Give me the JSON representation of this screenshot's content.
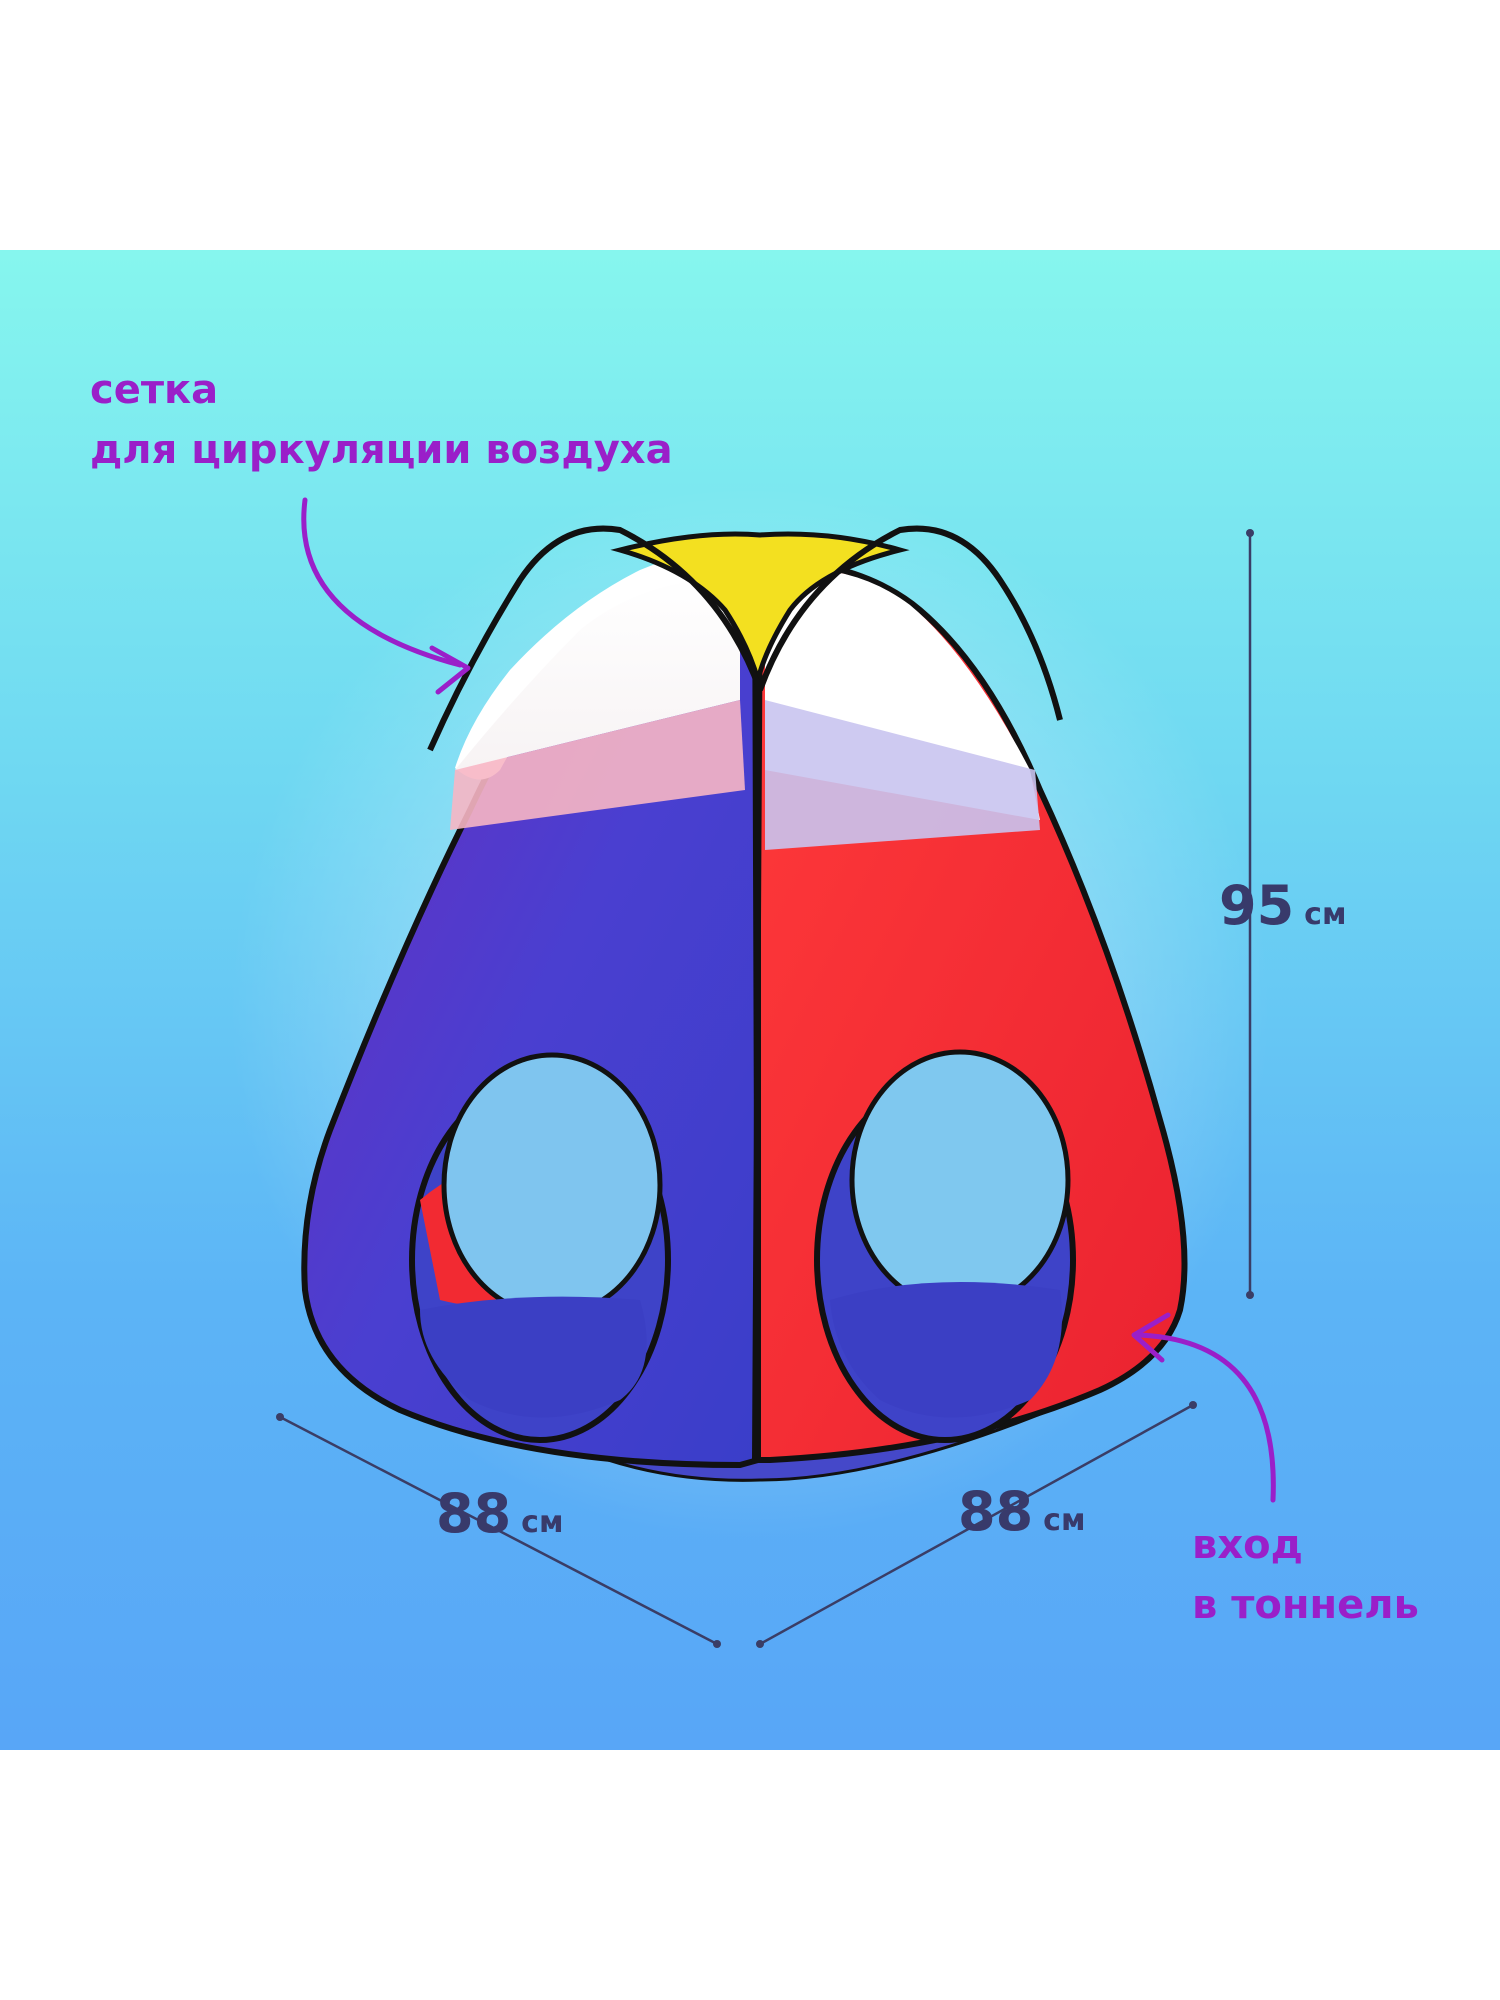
{
  "callouts": {
    "mesh_line1": "сетка",
    "mesh_line2": "для циркуляции воздуха",
    "tunnel_line1": "вход",
    "tunnel_line2": "в тоннель"
  },
  "dimensions": {
    "height_value": "95",
    "height_unit": "см",
    "width_left_value": "88",
    "width_left_unit": "см",
    "width_right_value": "88",
    "width_right_unit": "см"
  },
  "colors": {
    "accent_text": "#9a1fc9",
    "dimension_text": "#383a6b",
    "tent_blue": "#3f3fc8",
    "tent_red": "#f22a32",
    "tent_yellow": "#f3e020"
  }
}
